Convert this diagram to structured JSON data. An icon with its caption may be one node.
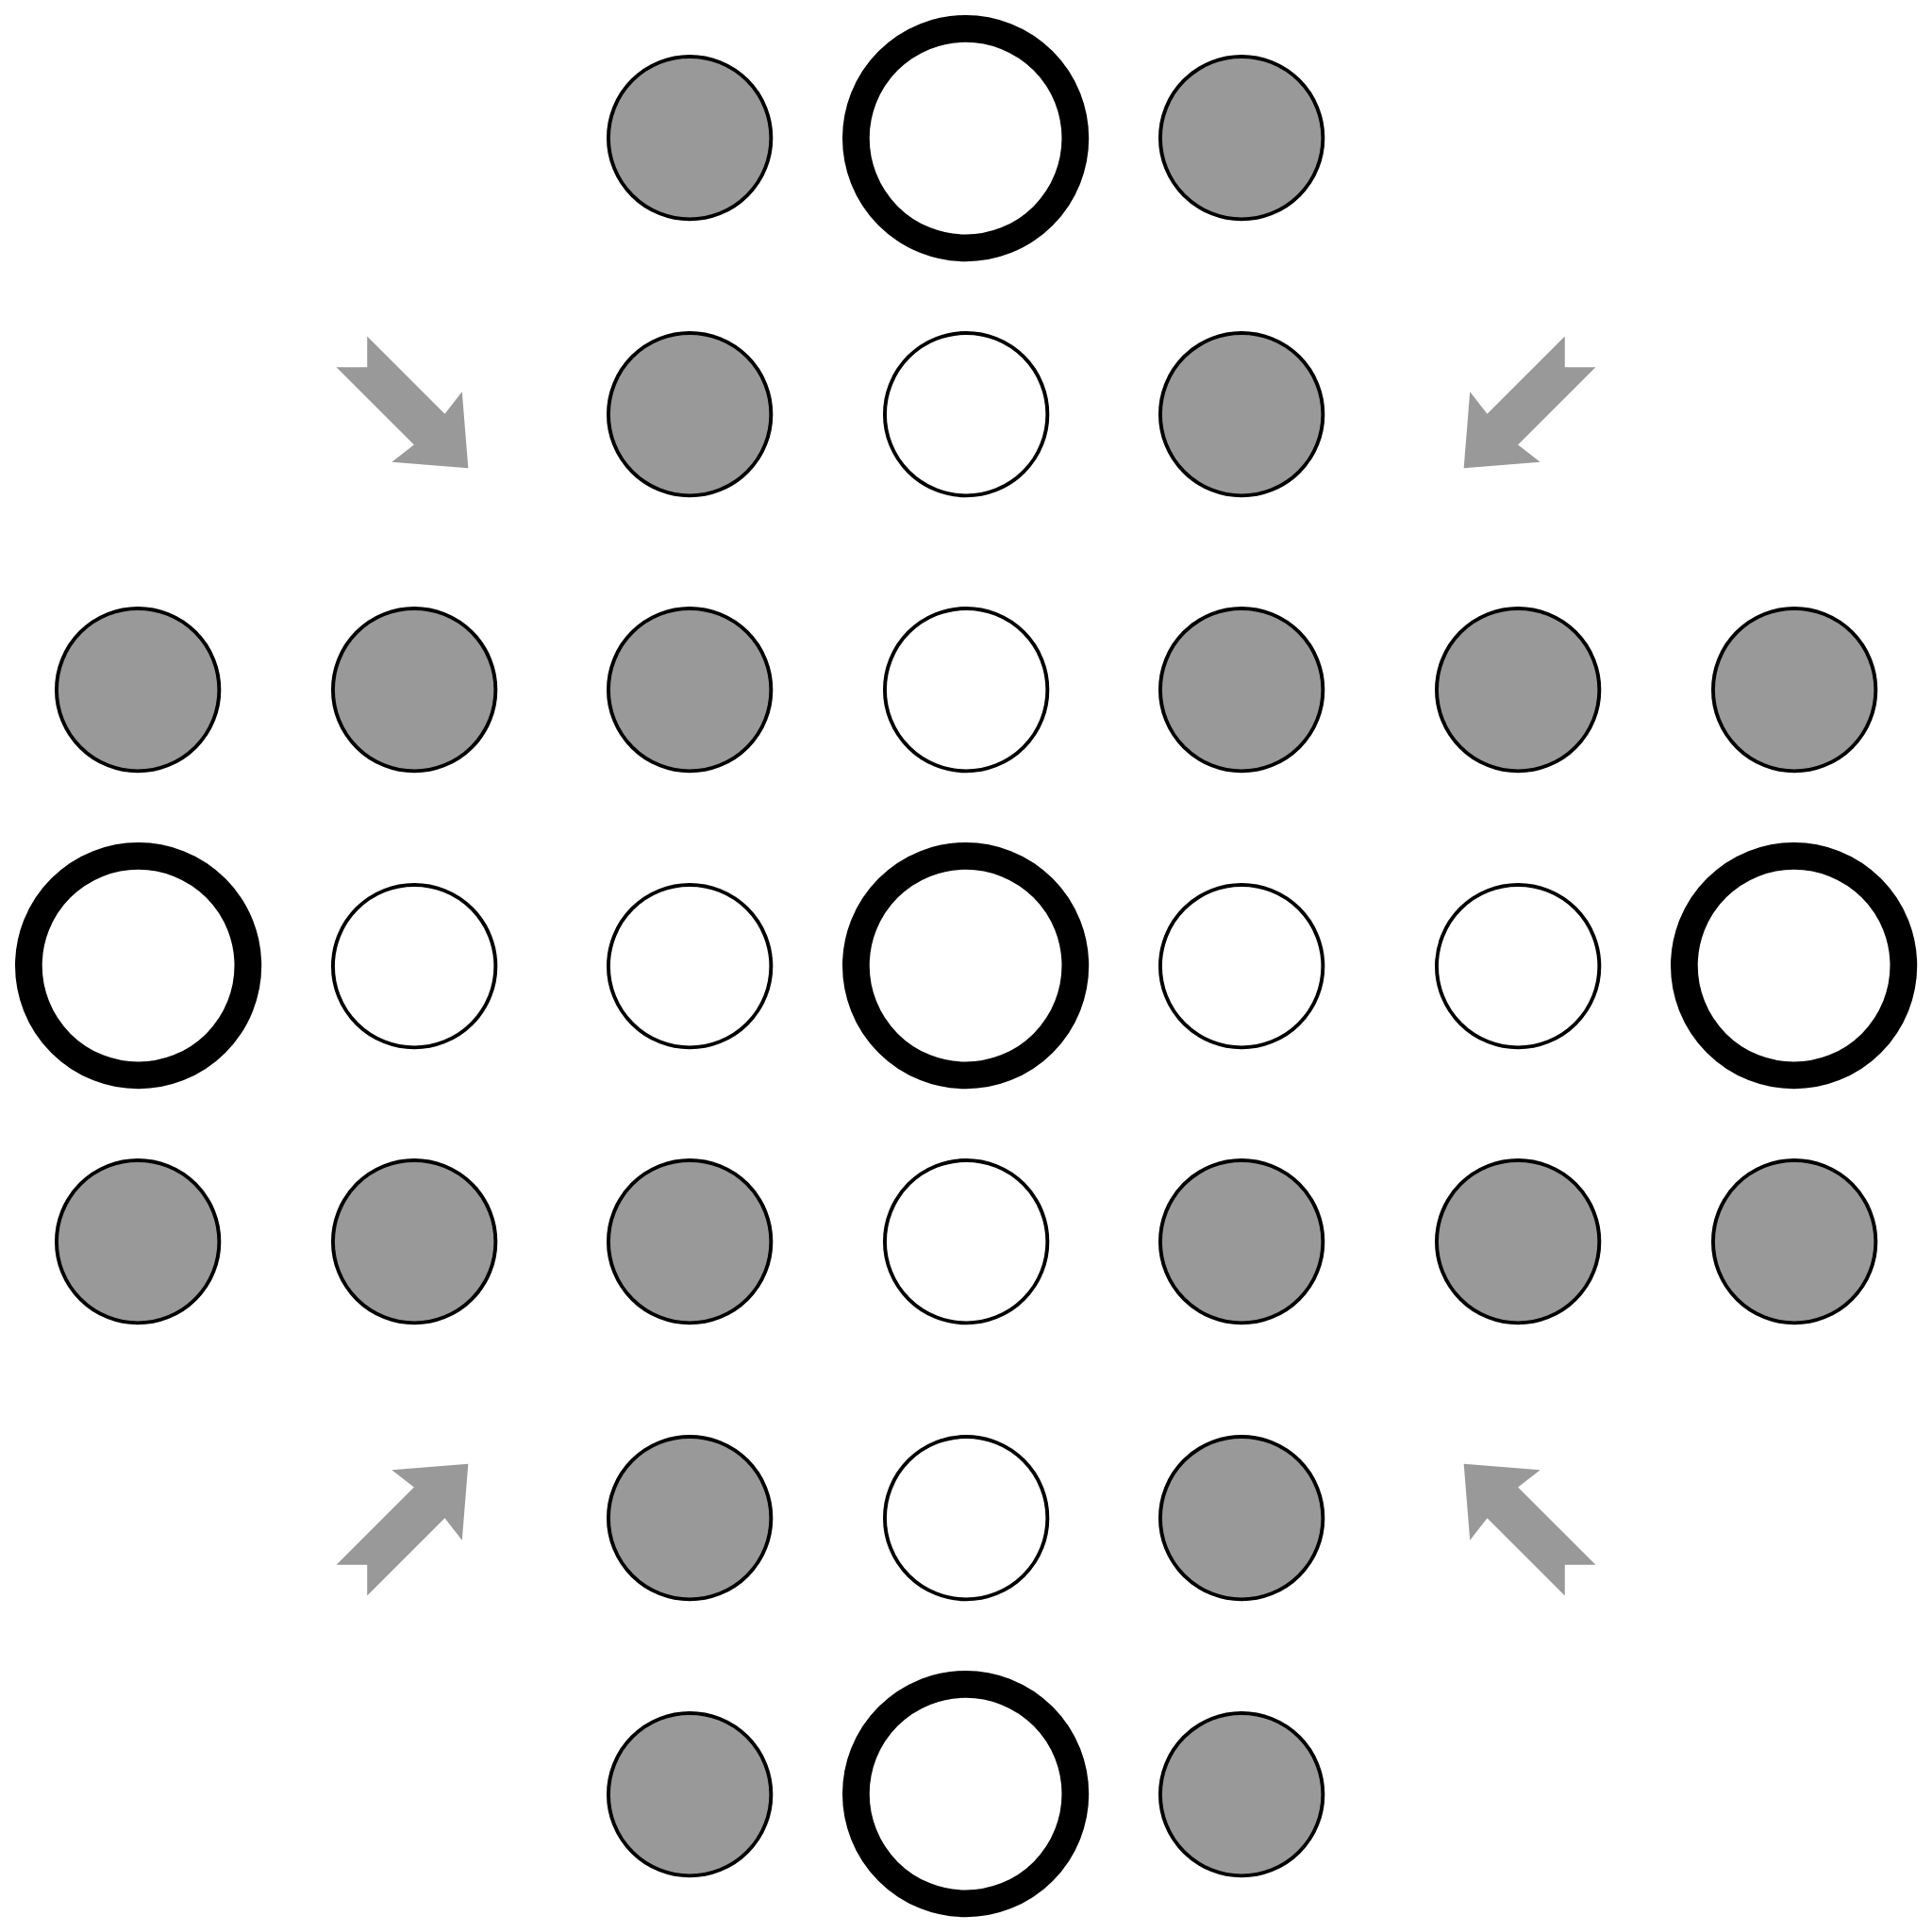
{
  "diagram": {
    "nodes": [
      {
        "text": [],
        "shape": "circle"
      },
      {
        "text": [],
        "shape": "circle"
      },
      {
        "text": [],
        "shape": "circle"
      },
      {
        "text": [],
        "shape": "circle"
      },
      {
        "text": [],
        "shape": "circle"
      },
      {
        "text": [],
        "shape": "circle"
      },
      {
        "text": [],
        "shape": "circle"
      },
      {
        "text": [],
        "shape": "circle"
      },
      {
        "text": [],
        "shape": "circle"
      },
      {
        "text": [],
        "shape": "circle"
      },
      {
        "text": [],
        "shape": "circle"
      },
      {
        "text": [],
        "shape": "circle"
      },
      {
        "text": [],
        "shape": "circle"
      },
      {
        "text": [],
        "shape": "circle"
      },
      {
        "text": [],
        "shape": "circle"
      },
      {
        "text": [],
        "shape": "circle"
      },
      {
        "text": [],
        "shape": "circle"
      },
      {
        "text": [],
        "shape": "circle"
      },
      {
        "text": [],
        "shape": "circle"
      },
      {
        "text": [],
        "shape": "circle"
      },
      {
        "text": [],
        "shape": "circle"
      },
      {
        "text": [],
        "shape": "circle"
      },
      {
        "text": [],
        "shape": "circle"
      },
      {
        "text": [],
        "shape": "circle"
      },
      {
        "text": [],
        "shape": "circle"
      },
      {
        "text": [],
        "shape": "circle"
      },
      {
        "text": [],
        "shape": "circle"
      },
      {
        "text": [],
        "shape": "circle"
      },
      {
        "text": [],
        "shape": "circle"
      },
      {
        "text": [],
        "shape": "circle"
      },
      {
        "text": [],
        "shape": "circle"
      },
      {
        "text": [],
        "shape": "circle"
      },
      {
        "text": [],
        "shape": "circle"
      }
    ]
  }
}
